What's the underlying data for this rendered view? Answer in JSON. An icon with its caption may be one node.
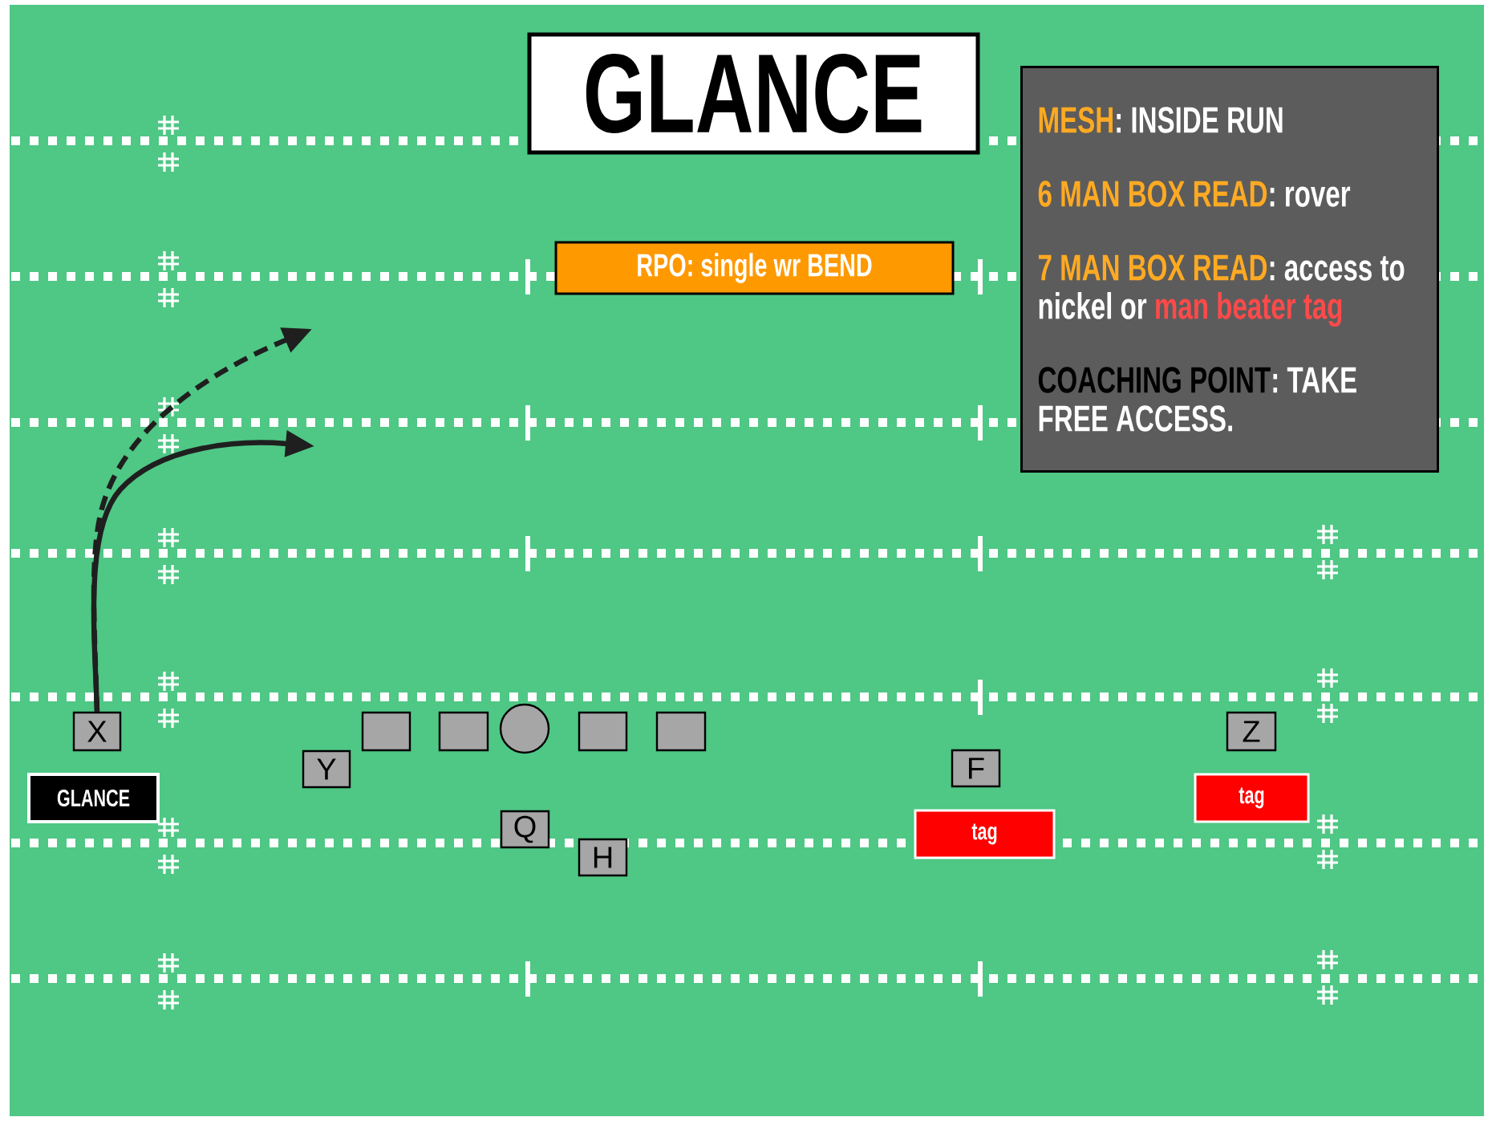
{
  "diagram": {
    "nodes": [
      {
        "text": [
          "GLANCE"
        ]
      },
      {
        "text": [
          "RPO: single wr BEND"
        ]
      },
      {
        "text": [
          "**MESH**: INSIDE RUN",
          "**6 MAN BOX READ**: rover",
          "**7 MAN BOX READ**: access to nickel or *man beater tag*",
          "**COACHING POINT**: TAKE FREE ACCESS."
        ]
      },
      {
        "text": [
          "X"
        ]
      },
      {
        "text": [],
        "shape": "box"
      },
      {
        "text": [],
        "shape": "box"
      },
      {
        "text": [],
        "shape": "circle"
      },
      {
        "text": [],
        "shape": "box"
      },
      {
        "text": [],
        "shape": "box"
      },
      {
        "text": [
          "Z"
        ]
      },
      {
        "text": [
          "Y"
        ]
      },
      {
        "text": [
          "F"
        ]
      },
      {
        "text": [
          "GLANCE"
        ]
      },
      {
        "text": [
          "tag"
        ]
      },
      {
        "text": [
          "Q"
        ]
      },
      {
        "text": [
          "tag"
        ]
      },
      {
        "text": [
          "H"
        ]
      }
    ],
    "edges": [
      {
        "from": 3,
        "to": null,
        "arrow": "to",
        "style": "dashed"
      },
      {
        "from": 3,
        "to": null,
        "arrow": "to"
      }
    ]
  }
}
